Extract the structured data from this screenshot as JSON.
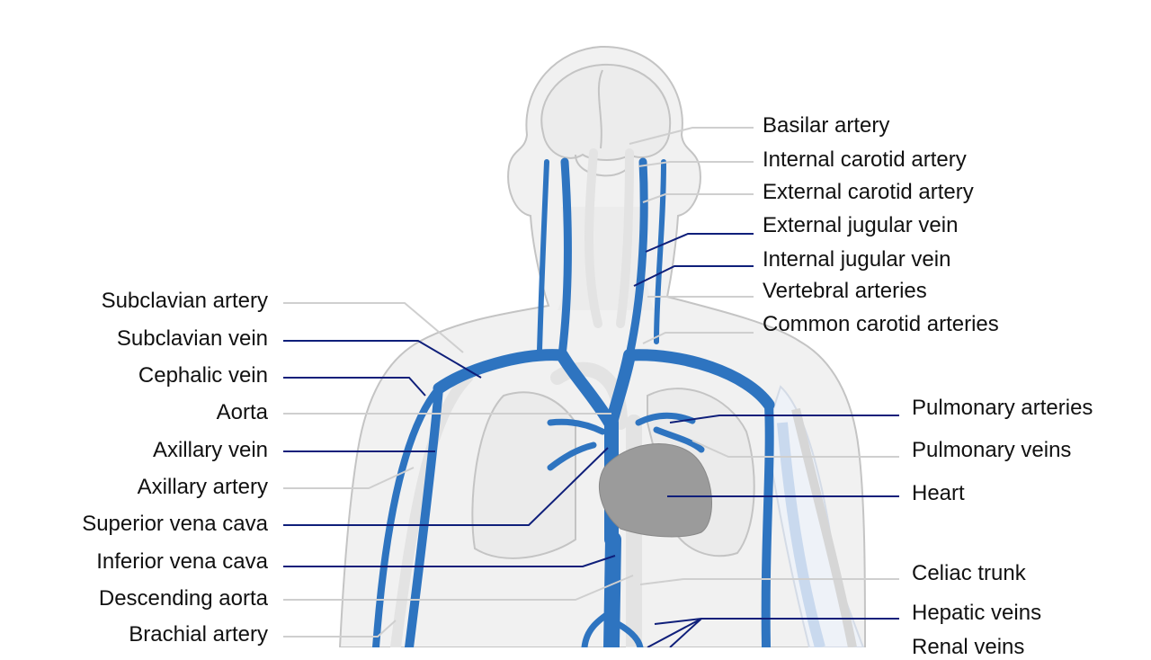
{
  "colors": {
    "vein": "#2e74c0",
    "artery": "#e3e3e3",
    "body_fill": "#f1f1f1",
    "outline": "#c4c4c4",
    "heart": "#9b9b9b",
    "leader_vein": "#0f1f7a",
    "leader_artery": "#cfcfcf",
    "arm_right": "#c9d9ee"
  },
  "labels": {
    "left": [
      {
        "text": "Subclavian artery"
      },
      {
        "text": "Subclavian vein"
      },
      {
        "text": "Cephalic vein"
      },
      {
        "text": "Aorta"
      },
      {
        "text": "Axillary vein"
      },
      {
        "text": "Axillary artery"
      },
      {
        "text": "Superior vena cava"
      },
      {
        "text": "Inferior vena cava"
      },
      {
        "text": "Descending aorta"
      },
      {
        "text": "Brachial artery"
      }
    ],
    "right_top": [
      {
        "text": "Basilar artery"
      },
      {
        "text": "Internal carotid artery"
      },
      {
        "text": "External carotid artery"
      },
      {
        "text": "External jugular vein"
      },
      {
        "text": "Internal jugular vein"
      },
      {
        "text": "Vertebral arteries"
      },
      {
        "text": "Common carotid arteries"
      }
    ],
    "right_bottom": [
      {
        "text": "Pulmonary arteries"
      },
      {
        "text": "Pulmonary veins"
      },
      {
        "text": "Heart"
      },
      {
        "text": "Celiac trunk"
      },
      {
        "text": "Hepatic veins"
      },
      {
        "text": "Renal veins"
      }
    ]
  }
}
